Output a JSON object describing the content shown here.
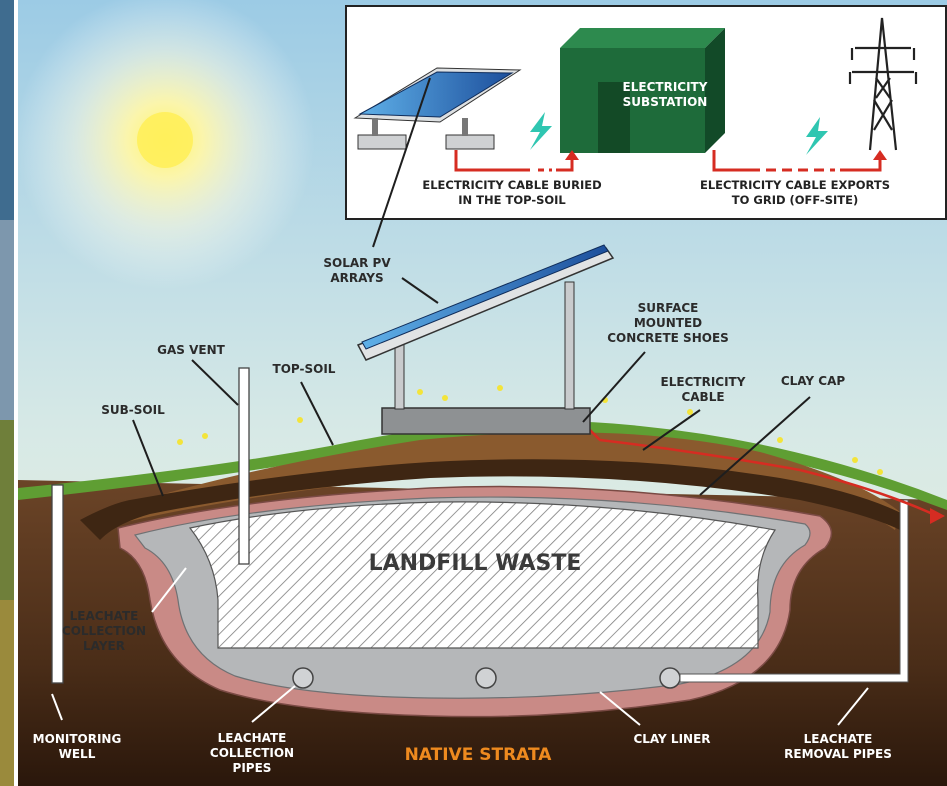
{
  "labels": {
    "landfill_waste": "LANDFILL WASTE",
    "native_strata": "NATIVE STRATA",
    "solar_pv_arrays": [
      "SOLAR PV",
      "ARRAYS"
    ],
    "surface_mounted_concrete_shoes": [
      "SURFACE",
      "MOUNTED",
      "CONCRETE SHOES"
    ],
    "gas_vent": "GAS VENT",
    "top_soil": "TOP-SOIL",
    "sub_soil": "SUB-SOIL",
    "electricity_cable": [
      "ELECTRICITY",
      "CABLE"
    ],
    "clay_cap": "CLAY CAP",
    "leachate_collection_layer": [
      "LEACHATE",
      "COLLECTION",
      "LAYER"
    ],
    "monitoring_well": [
      "MONITORING",
      "WELL"
    ],
    "leachate_collection_pipes": [
      "LEACHATE",
      "COLLECTION",
      "PIPES"
    ],
    "clay_liner": "CLAY LINER",
    "leachate_removal_pipes": [
      "LEACHATE",
      "REMOVAL PIPES"
    ]
  },
  "inset": {
    "substation": [
      "ELECTRICITY",
      "SUBSTATION"
    ],
    "cable_buried": [
      "ELECTRICITY CABLE BURIED",
      "IN THE TOP-SOIL"
    ],
    "cable_exports": [
      "ELECTRICITY CABLE EXPORTS",
      "TO GRID (OFF-SITE)"
    ]
  },
  "colors": {
    "sky_top": "#9fcde6",
    "sky_bottom": "#eef5df",
    "soil_dark": "#3b2414",
    "topsoil": "#7a4b25",
    "clay": "#c98a86",
    "grey_layer": "#b5b7b9",
    "grass": "#5f9e33",
    "substation": "#1e6b3a",
    "cable_red": "#d62c22",
    "strata_orange": "#ee8a1f"
  }
}
